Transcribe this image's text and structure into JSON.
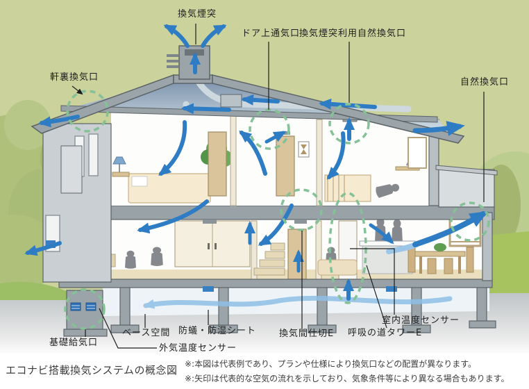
{
  "diagram": {
    "labels": [
      {
        "id": "ventilation-chimney",
        "text": "換気煙突"
      },
      {
        "id": "eave-back-vent",
        "text": "軒裏換気口"
      },
      {
        "id": "door-top-vent",
        "text": "ドア上通気口"
      },
      {
        "id": "chimney-natural-vent",
        "text": "換気煙突利用自然換気口"
      },
      {
        "id": "natural-vent",
        "text": "自然換気口"
      },
      {
        "id": "foundation-intake",
        "text": "基礎給気口"
      },
      {
        "id": "base-space",
        "text": "ベース空間"
      },
      {
        "id": "anti-termite-sheet",
        "text": "防蟻・防湿シート"
      },
      {
        "id": "outdoor-temp-sensor",
        "text": "外気温度センサー"
      },
      {
        "id": "vent-partition",
        "text": "換気間仕切E"
      },
      {
        "id": "breathing-tower",
        "text": "呼吸の道タワーE"
      },
      {
        "id": "indoor-temp-sensor",
        "text": "室内温度センサー"
      }
    ],
    "caption": {
      "title": "エコナビ搭載換気システムの概念図",
      "notes": [
        "※:本図は代表例であり、プランや仕様により換気口などの配置が異なります。",
        "※:矢印は代表的な空気の流れを示しており、気象条件等により異なる場合もあります。"
      ]
    },
    "colors": {
      "background_olive": "#cbd29c",
      "airflow_blue": "#2e7dc4",
      "airflow_light_blue": "#8fc0e6",
      "vent_circle_green": "#85c196",
      "structure_gray": "#98a2a7",
      "attic_blue_top": "#7e94ad",
      "attic_blue_bottom": "#d9e5ec"
    }
  }
}
